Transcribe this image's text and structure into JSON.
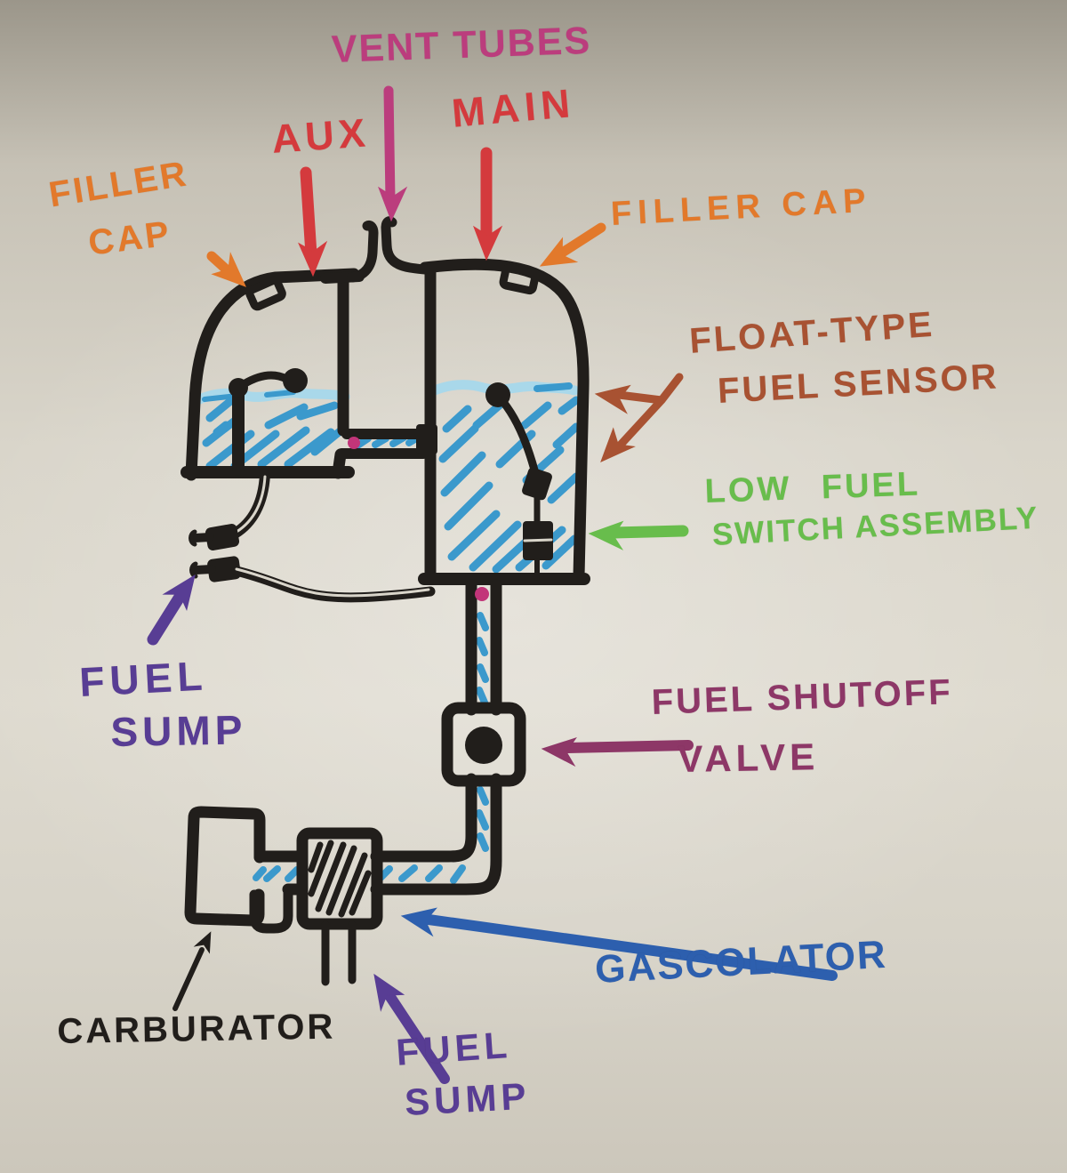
{
  "title": "Aircraft fuel system whiteboard sketch",
  "palette": {
    "ink": "#211e1b",
    "magenta": "#bb3d7d",
    "red": "#d43a3d",
    "orange": "#e2792b",
    "rust": "#a85232",
    "green": "#68bd4c",
    "purple": "#583d94",
    "plum": "#8d3767",
    "blue": "#2d5fae",
    "fuel_blue": "#3b99cc",
    "fuel_light": "#a9d8ea",
    "pink_dot": "#c23579"
  },
  "labels": {
    "vent_tubes": "VENT TUBES",
    "aux": "AUX",
    "main": "MAIN",
    "filler_cap_left": {
      "line1": "FILLER",
      "line2": "CAP"
    },
    "filler_cap_right": "FILLER CAP",
    "float_sensor": {
      "line1": "FLOAT-TYPE",
      "line2": "FUEL SENSOR"
    },
    "low_fuel_switch": {
      "line1": "LOW FUEL",
      "line2": "SWITCH ASSEMBLY"
    },
    "fuel_sump_left": {
      "line1": "FUEL",
      "line2": "SUMP"
    },
    "fuel_shutoff_valve": {
      "line1": "FUEL SHUTOFF",
      "line2": "VALVE"
    },
    "gascolator": "GASCOLATOR",
    "carburator": "CARBURATOR",
    "fuel_sump_bottom": {
      "line1": "FUEL",
      "line2": "SUMP"
    }
  }
}
